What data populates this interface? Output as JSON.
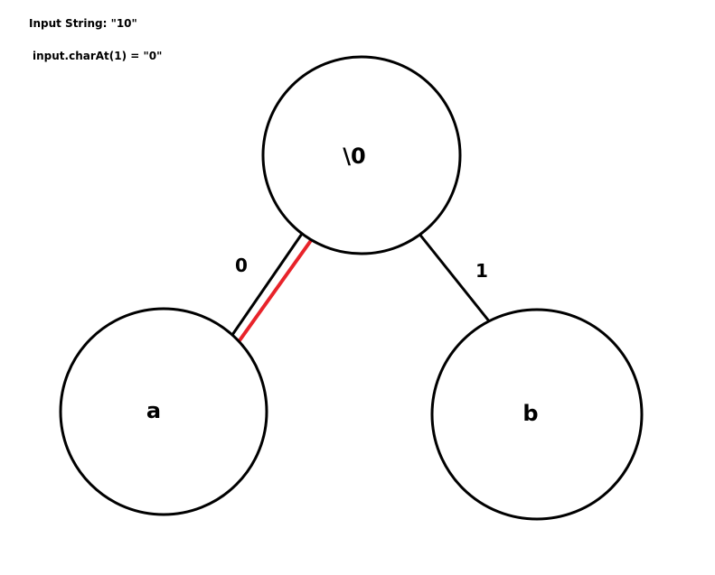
{
  "header": {
    "input_string": "Input String: \"10\"",
    "char_at": "input.charAt(1) = \"0\""
  },
  "tree": {
    "root": {
      "label": "\\0"
    },
    "left_child": {
      "label": "a"
    },
    "right_child": {
      "label": "b"
    },
    "edges": [
      {
        "label": "0",
        "highlighted": true
      },
      {
        "label": "1",
        "highlighted": false
      }
    ]
  },
  "colors": {
    "stroke": "#000000",
    "highlight": "#e8232a"
  }
}
